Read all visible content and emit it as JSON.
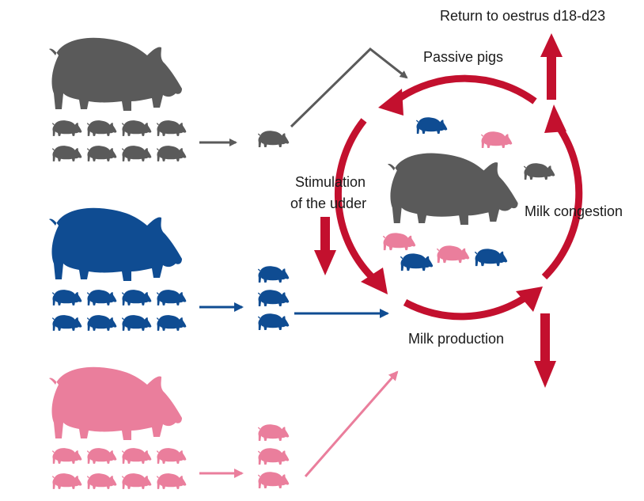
{
  "labels": {
    "return_oestrus": "Return to oestrus d18-d23",
    "passive_pigs": "Passive pigs",
    "stimulation_line1": "Stimulation",
    "stimulation_line2": "of the udder",
    "milk_congestion": "Milk congestion",
    "milk_production": "Milk production"
  },
  "colors": {
    "grey": "#5a5a5a",
    "blue": "#0f4c92",
    "pink": "#ea7e9c",
    "red": "#c3102e"
  },
  "rows": [
    {
      "name": "grey",
      "sow_icon": "sow-icon",
      "piglet_count": 8,
      "output_piglets": 1
    },
    {
      "name": "blue",
      "sow_icon": "sow-icon",
      "piglet_count": 8,
      "output_piglets": 3
    },
    {
      "name": "pink",
      "sow_icon": "sow-icon",
      "piglet_count": 8,
      "output_piglets": 3
    }
  ],
  "cycle": {
    "center_icon": "sow-icon",
    "inner_piglets": [
      "blue",
      "pink",
      "grey",
      "pink",
      "blue",
      "pink",
      "blue"
    ]
  }
}
